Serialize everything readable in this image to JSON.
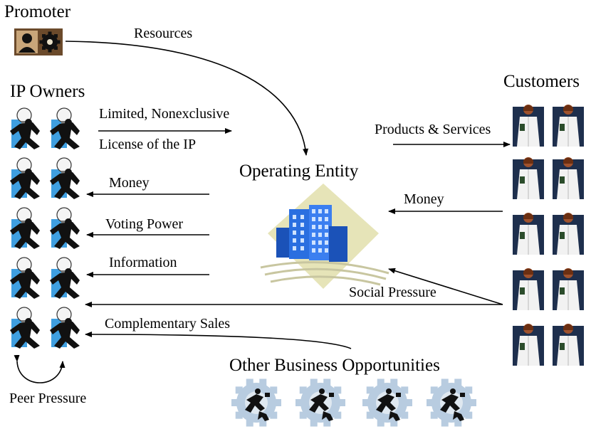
{
  "nodes": {
    "promoter": "Promoter",
    "ip_owners": "IP Owners",
    "customers": "Customers",
    "operating_entity": "Operating Entity",
    "other_business": "Other Business Opportunities",
    "peer_pressure": "Peer Pressure"
  },
  "flows": {
    "resources": "Resources",
    "license_line1": "Limited, Nonexclusive",
    "license_line2": "License of the IP",
    "money_left": "Money",
    "voting_power": "Voting Power",
    "information": "Information",
    "complementary_sales": "Complementary Sales",
    "products_services": "Products & Services",
    "money_right": "Money",
    "social_pressure": "Social Pressure"
  },
  "icons": {
    "promoter": "promoter-gear-icon",
    "ip_owner": "lightbulb-person-icon",
    "customer": "doctor-icon",
    "operating_entity": "office-building-icon",
    "other_business": "business-gear-icon"
  },
  "colors": {
    "ip_owner_bg": "#3f9fe0",
    "customer_bg": "#1e2f4d",
    "building": "#2a6fe0",
    "diamond": "#e6e4b8",
    "gear": "#b8cce0"
  }
}
